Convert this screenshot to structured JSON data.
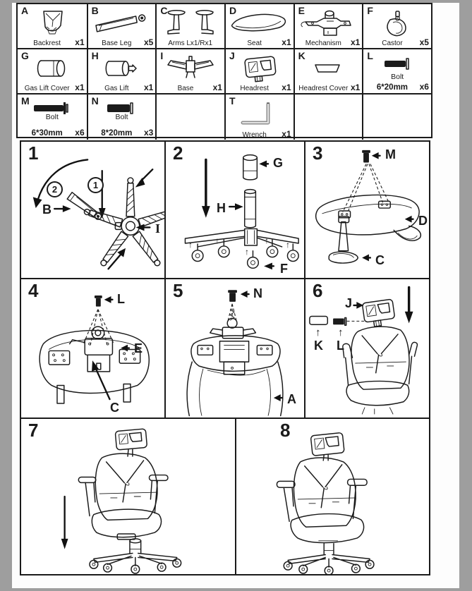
{
  "doc": {
    "type": "assembly-instructions",
    "product": "office chair"
  },
  "icons": {
    "arrow_left": "←",
    "arrow_right": "→",
    "arrow_up": "↑"
  },
  "parts": {
    "items": [
      {
        "letter": "A",
        "name": "Backrest",
        "qty": "x1"
      },
      {
        "letter": "B",
        "name": "Base Leg",
        "qty": "x5"
      },
      {
        "letter": "C",
        "name": "Arms Lx1/Rx1",
        "qty": ""
      },
      {
        "letter": "D",
        "name": "Seat",
        "qty": "x1"
      },
      {
        "letter": "E",
        "name": "Mechanism",
        "qty": "x1"
      },
      {
        "letter": "F",
        "name": "Castor",
        "qty": "x5"
      },
      {
        "letter": "G",
        "name": "Gas Lift Cover",
        "qty": "x1"
      },
      {
        "letter": "H",
        "name": "Gas Lift",
        "qty": "x1"
      },
      {
        "letter": "I",
        "name": "Base",
        "qty": "x1"
      },
      {
        "letter": "J",
        "name": "Headrest",
        "qty": "x1"
      },
      {
        "letter": "K",
        "name": "Headrest Cover",
        "qty": "x1"
      },
      {
        "letter": "L",
        "name": "Bolt",
        "size": "6*20mm",
        "qty": "x6"
      },
      {
        "letter": "M",
        "name": "Bolt",
        "size": "6*30mm",
        "qty": "x6"
      },
      {
        "letter": "N",
        "name": "Bolt",
        "size": "8*20mm",
        "qty": "x3"
      },
      {
        "letter": "T",
        "name": "Wrench",
        "qty": "x1"
      }
    ]
  },
  "steps": {
    "s1": {
      "num": "1",
      "label_b": "B",
      "label_i": "I",
      "circle1": "1",
      "circle2": "2"
    },
    "s2": {
      "num": "2",
      "label_g": "G",
      "label_h": "H",
      "label_f": "F"
    },
    "s3": {
      "num": "3",
      "label_m": "M",
      "label_d": "D",
      "label_c": "C"
    },
    "s4": {
      "num": "4",
      "label_l": "L",
      "label_e": "E",
      "label_c": "C"
    },
    "s5": {
      "num": "5",
      "label_n": "N",
      "label_a": "A"
    },
    "s6": {
      "num": "6",
      "label_j": "J",
      "label_k": "K",
      "label_l": "L"
    },
    "s7": {
      "num": "7"
    },
    "s8": {
      "num": "8"
    }
  }
}
